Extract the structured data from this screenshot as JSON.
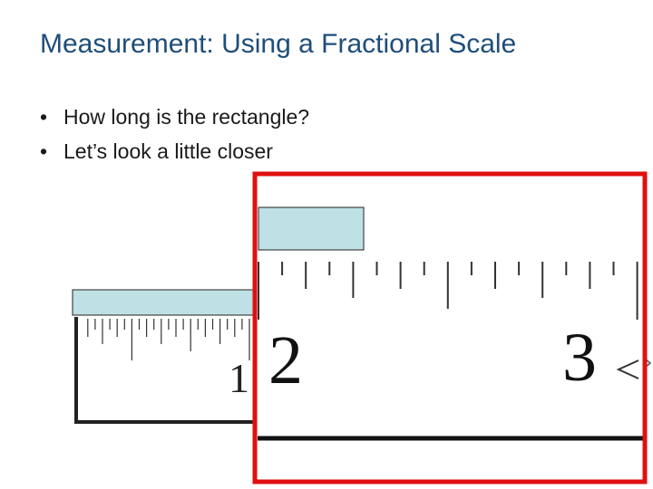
{
  "title": "Measurement: Using a Fractional Scale",
  "bullets": [
    "How long is the rectangle?",
    "Let’s look a little closer"
  ],
  "small_ruler": {
    "number": "1"
  },
  "zoom_view": {
    "numbers": [
      "2",
      "3"
    ]
  },
  "colors": {
    "title": "#1f4e79",
    "rectangle_fill": "#bfe0e4",
    "zoom_border": "#e01010"
  }
}
